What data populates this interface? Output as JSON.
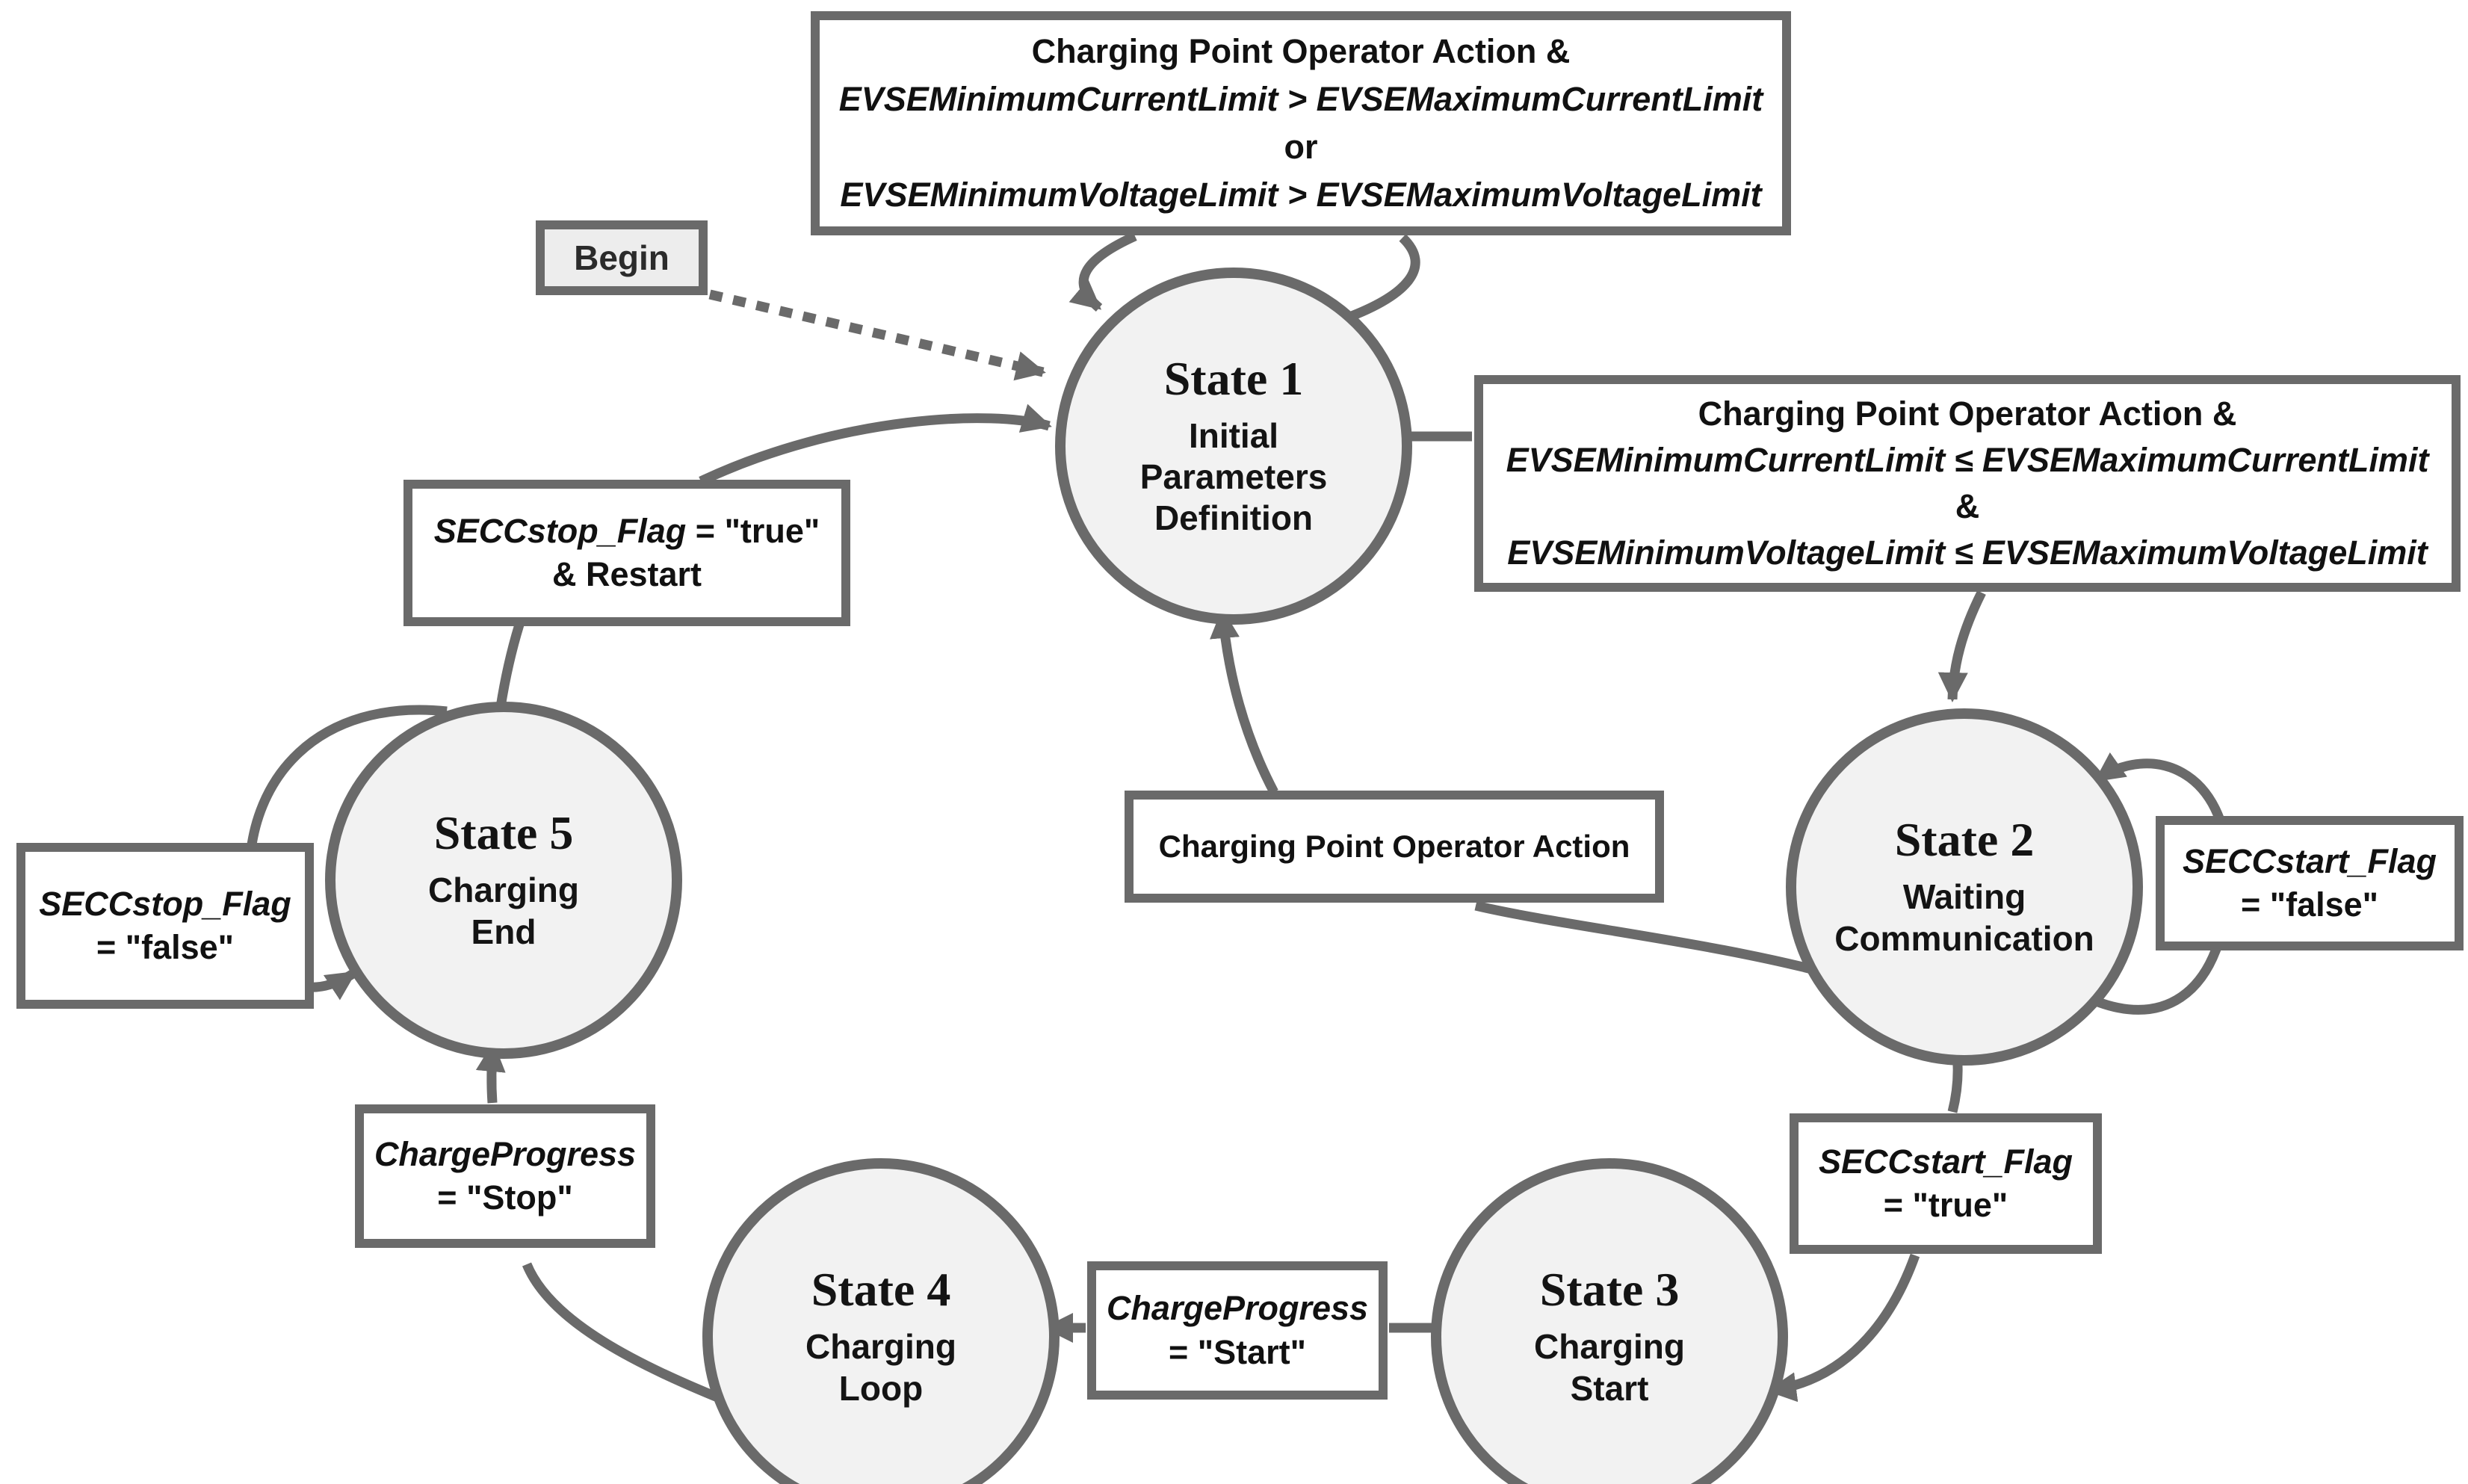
{
  "colors": {
    "stroke_gray": "#6a6a6a",
    "state_fill": "#f2f2f2",
    "begin_fill": "#ededed",
    "box_fill": "#ffffff",
    "text": "#141414"
  },
  "begin": {
    "label": "Begin"
  },
  "states": {
    "s1": {
      "title": "State 1",
      "lines": [
        "Initial",
        "Parameters",
        "Definition"
      ]
    },
    "s2": {
      "title": "State 2",
      "lines": [
        "Waiting",
        "Communication"
      ]
    },
    "s3": {
      "title": "State 3",
      "lines": [
        "Charging",
        "Start"
      ]
    },
    "s4": {
      "title": "State 4",
      "lines": [
        "Charging",
        "Loop"
      ]
    },
    "s5": {
      "title": "State 5",
      "lines": [
        "Charging",
        "End"
      ]
    }
  },
  "transitions": {
    "state1_self": {
      "line1": "Charging Point Operator Action &",
      "line2": "EVSEMinimumCurrentLimit  >  EVSEMaximumCurrentLimit",
      "line3": "or",
      "line4": "EVSEMinimumVoltageLimit  >  EVSEMaximumVoltageLimit"
    },
    "state1_to_state2": {
      "line1": "Charging Point Operator Action &",
      "line2": "EVSEMinimumCurrentLimit  ≤  EVSEMaximumCurrentLimit",
      "line3": "&",
      "line4": "EVSEMinimumVoltageLimit  ≤  EVSEMaximumVoltageLimit"
    },
    "state2_to_state1": {
      "label": "Charging Point Operator Action"
    },
    "state2_self": {
      "variable": "SECCstart_Flag",
      "condition": "=  \"false\""
    },
    "state2_to_state3": {
      "variable": "SECCstart_Flag",
      "condition": "=  \"true\""
    },
    "state3_to_state4": {
      "variable": "ChargeProgress",
      "condition": "=  \"Start\""
    },
    "state4_to_state5": {
      "variable": "ChargeProgress",
      "condition": "=  \"Stop\""
    },
    "state5_self": {
      "variable": "SECCstop_Flag",
      "condition": "=  \"false\""
    },
    "state5_to_state1": {
      "variable": "SECCstop_Flag",
      "condition": "= \"true\"",
      "line2": "& Restart"
    }
  }
}
